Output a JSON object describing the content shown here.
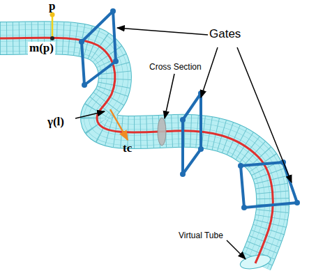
{
  "diagram": {
    "labels": [
      "p",
      "m(p)",
      "Gates",
      "Cross Section",
      "γ(l)",
      "tc",
      "Virtual Tube"
    ]
  }
}
